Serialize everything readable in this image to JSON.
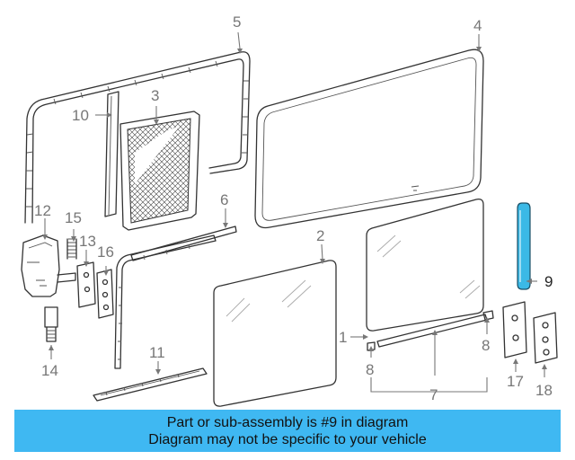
{
  "callouts": {
    "c1": "1",
    "c2": "2",
    "c3": "3",
    "c4": "4",
    "c5": "5",
    "c6": "6",
    "c7": "7",
    "c8a": "8",
    "c8b": "8",
    "c9": "9",
    "c10": "10",
    "c11": "11",
    "c12": "12",
    "c13": "13",
    "c14": "14",
    "c15": "15",
    "c16": "16",
    "c17": "17",
    "c18": "18"
  },
  "highlight_color": "#3bb9e6",
  "banner": {
    "line1": "Part or sub-assembly is #9 in diagram",
    "line2": "Diagram may not be specific to your vehicle",
    "color": "#3fb8f2"
  }
}
